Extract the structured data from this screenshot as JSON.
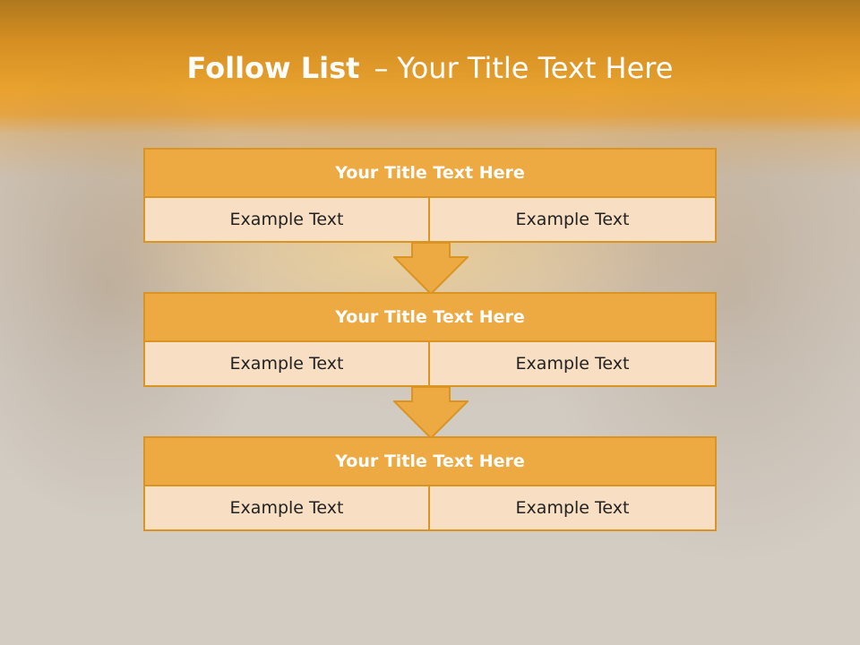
{
  "slide": {
    "title_bold": "Follow List",
    "title_dash": "–",
    "title_rest": "Your Title Text Here"
  },
  "steps": [
    {
      "title": "Your Title Text Here",
      "left": "Example Text",
      "right": "Example Text"
    },
    {
      "title": "Your Title Text Here",
      "left": "Example Text",
      "right": "Example Text"
    },
    {
      "title": "Your Title Text Here",
      "left": "Example Text",
      "right": "Example Text"
    }
  ],
  "colors": {
    "accent": "#eeaa42",
    "accent_border": "#d99422",
    "cell_fill": "#f8dfc3",
    "header_band": "#e9a22e"
  },
  "icons": [
    "down-arrow-icon",
    "down-arrow-icon"
  ]
}
